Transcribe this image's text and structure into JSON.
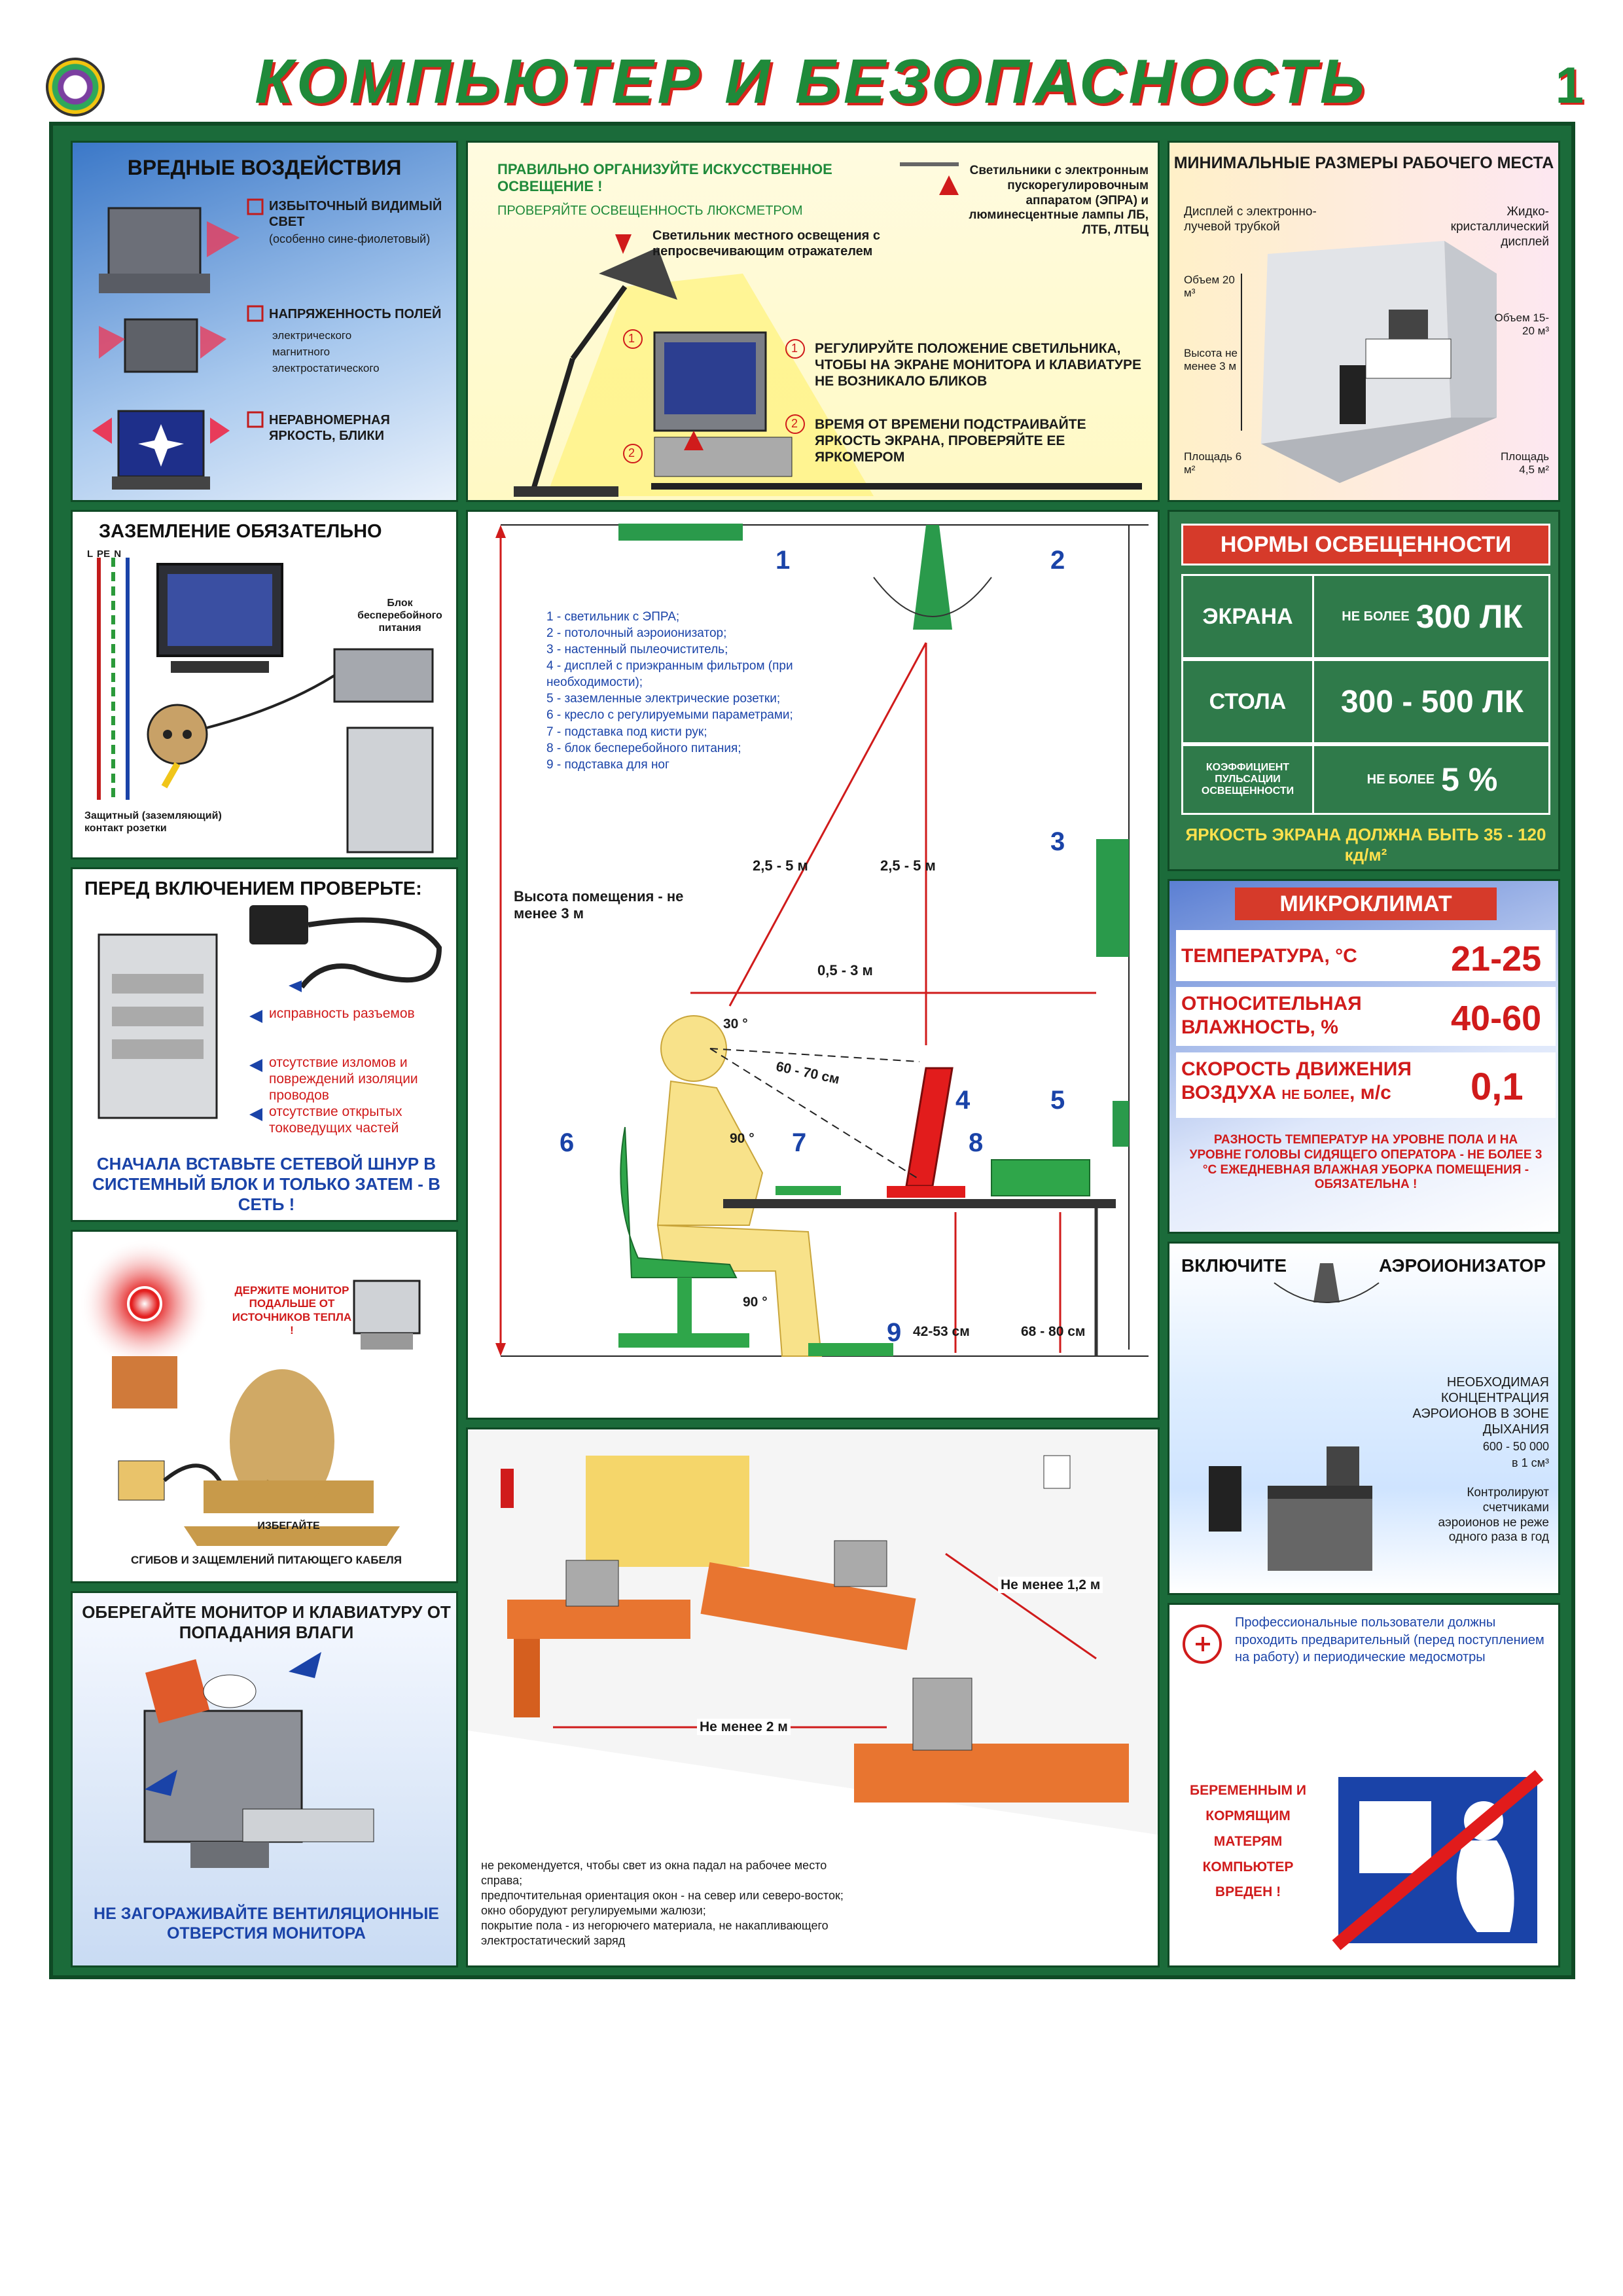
{
  "header": {
    "title": "КОМПЬЮТЕР И БЕЗОПАСНОСТЬ",
    "page_number": "1"
  },
  "harm": {
    "title": "ВРЕДНЫЕ ВОЗДЕЙСТВИЯ",
    "item1_title": "ИЗБЫТОЧНЫЙ ВИДИМЫЙ СВЕТ",
    "item1_sub": "(особенно сине-фиолетовый)",
    "item2_title": "НАПРЯЖЕННОСТЬ ПОЛЕЙ",
    "item2_b1": "электрического",
    "item2_b2": "магнитного",
    "item2_b3": "электростатического",
    "item3_title": "НЕРАВНОМЕРНАЯ ЯРКОСТЬ, БЛИКИ"
  },
  "light": {
    "title": "ПРАВИЛЬНО ОРГАНИЗУЙТЕ ИСКУССТВЕННОЕ ОСВЕЩЕНИЕ !",
    "check": "ПРОВЕРЯЙТЕ ОСВЕЩЕННОСТЬ ЛЮКСМЕТРОМ",
    "fixtures": "Светильники с электронным пускорегулировочным аппаратом (ЭПРА) и люминесцентные лампы ЛБ, ЛТБ, ЛТБЦ",
    "local_lamp": "Светильник местного освещения с непросвечивающим отражателем",
    "note1": "РЕГУЛИРУЙТЕ ПОЛОЖЕНИЕ СВЕТИЛЬНИКА, ЧТОБЫ НА ЭКРАНЕ МОНИТОРА И КЛАВИАТУРЕ НЕ ВОЗНИКАЛО БЛИКОВ",
    "note2": "ВРЕМЯ ОТ ВРЕМЕНИ ПОДСТРАИВАЙТЕ ЯРКОСТЬ ЭКРАНА, ПРОВЕРЯЙТЕ ЕЕ ЯРКОМЕРОМ",
    "num1": "1",
    "num2": "2"
  },
  "minsize": {
    "title": "МИНИМАЛЬНЫЕ РАЗМЕРЫ РАБОЧЕГО МЕСТА",
    "crt": "Дисплей с электронно-лучевой трубкой",
    "lcd": "Жидко-кристаллический дисплей",
    "vol_crt": "Объем 20 м³",
    "vol_lcd": "Объем 15-20 м³",
    "height": "Высота не менее 3 м",
    "area_crt": "Площадь 6 м²",
    "area_lcd": "Площадь 4,5 м²"
  },
  "ground": {
    "title": "ЗАЗЕМЛЕНИЕ ОБЯЗАТЕЛЬНО",
    "wires": "L PE N",
    "ups": "Блок бесперебойного питания",
    "contact": "Защитный (заземляющий) контакт розетки"
  },
  "center": {
    "legend": [
      "1 -  светильник с ЭПРА;",
      "2 -  потолочный аэроионизатор;",
      "3 -  настенный пылеочиститель;",
      "4 -  дисплей с приэкранным фильтром (при необходимости);",
      "5 -  заземленные электрические розетки;",
      "6 -  кресло с регулируемыми параметрами;",
      "7 -  подставка под кисти рук;",
      "8 -  блок бесперебойного питания;",
      "9 -  подставка для ног"
    ],
    "room_height": "Высота помещения - не менее 3 м",
    "d1": "2,5 - 5 м",
    "d2": "2,5 - 5 м",
    "d3": "0,5 - 3 м",
    "angle30": "30 °",
    "dist60": "60 - 70 см",
    "angle90a": "90 °",
    "angle90b": "90 °",
    "h1": "42-53 см",
    "h2": "68 - 80 см",
    "labels": [
      "1",
      "2",
      "3",
      "4",
      "5",
      "6",
      "7",
      "8",
      "9"
    ]
  },
  "norms": {
    "title": "НОРМЫ ОСВЕЩЕННОСТИ",
    "screen": "ЭКРАНА",
    "screen_val_pre": "НЕ БОЛЕЕ",
    "screen_val": "300 ЛК",
    "table": "СТОЛА",
    "table_val": "300 - 500 ЛК",
    "coef": "КОЭФФИЦИЕНТ ПУЛЬСАЦИИ ОСВЕЩЕННОСТИ",
    "coef_val_pre": "НЕ БОЛЕЕ",
    "coef_val": "5 %",
    "brightness": "ЯРКОСТЬ ЭКРАНА ДОЛЖНА БЫТЬ 35 - 120 кд/м²"
  },
  "check": {
    "title": "ПЕРЕД ВКЛЮЧЕНИЕМ ПРОВЕРЬТЕ:",
    "i1": "исправность разъемов",
    "i2": "отсутствие изломов и повреждений изоляции проводов",
    "i3": "отсутствие открытых токоведущих частей",
    "footer": "СНАЧАЛА ВСТАВЬТЕ СЕТЕВОЙ ШНУР В СИСТЕМНЫЙ БЛОК И ТОЛЬКО ЗАТЕМ - В СЕТЬ !"
  },
  "micro": {
    "title": "МИКРОКЛИМАТ",
    "temp": "ТЕМПЕРАТУРА, °С",
    "temp_val": "21-25",
    "hum": "ОТНОСИТЕЛЬНАЯ ВЛАЖНОСТЬ, %",
    "hum_val": "40-60",
    "air": "СКОРОСТЬ ДВИЖЕНИЯ ВОЗДУХА",
    "air_mid": "НЕ БОЛЕЕ",
    "air_unit": ", м/с",
    "air_val": "0,1",
    "note": "РАЗНОСТЬ ТЕМПЕРАТУР НА УРОВНЕ ПОЛА И НА УРОВНЕ ГОЛОВЫ СИДЯЩЕГО ОПЕРАТОРА - НЕ БОЛЕЕ 3 °С ЕЖЕДНЕВНАЯ ВЛАЖНАЯ УБОРКА ПОМЕЩЕНИЯ - ОБЯЗАТЕЛЬНА !"
  },
  "heat": {
    "keep": "ДЕРЖИТЕ МОНИТОР ПОДАЛЬШЕ ОТ ИСТОЧНИКОВ ТЕПЛА !",
    "avoid1": "ИЗБЕГАЙТЕ",
    "avoid2": "СГИБОВ И ЗАЩЕМЛЕНИЙ ПИТАЮЩЕГО КАБЕЛЯ"
  },
  "aero": {
    "title": "ВКЛЮЧИТЕ",
    "title2": "АЭРОИОНИЗАТОР",
    "conc": "НЕОБХОДИМАЯ КОНЦЕНТРАЦИЯ АЭРОИОНОВ В ЗОНЕ ДЫХАНИЯ",
    "conc_val": "600 - 50 000",
    "conc_unit": "в 1 см³",
    "control": "Контролируют счетчиками аэроионов не реже одного раза в год"
  },
  "moist": {
    "title": "ОБЕРЕГАЙТЕ МОНИТОР И КЛАВИАТУРУ ОТ ПОПАДАНИЯ ВЛАГИ",
    "footer": "НЕ ЗАГОРАЖИВАЙТЕ ВЕНТИЛЯЦИОННЫЕ ОТВЕРСТИЯ МОНИТОРА"
  },
  "room": {
    "dist1": "Не менее 1,2 м",
    "dist2": "Не менее 2 м",
    "notes": [
      "не рекомендуется, чтобы свет из окна падал на рабочее место справа;",
      "предпочтительная ориентация окон - на север или северо-восток;",
      "окно оборудуют регулируемыми жалюзи;",
      "покрытие пола - из негорючего материала, не накапливающего электростатический заряд"
    ]
  },
  "preg": {
    "text": "Профессиональные пользователи должны проходить предварительный (перед поступлением на работу) и периодические медосмотры",
    "warn": "БЕРЕМЕННЫМ И КОРМЯЩИМ МАТЕРЯМ КОМПЬЮТЕР ВРЕДЕН !"
  }
}
